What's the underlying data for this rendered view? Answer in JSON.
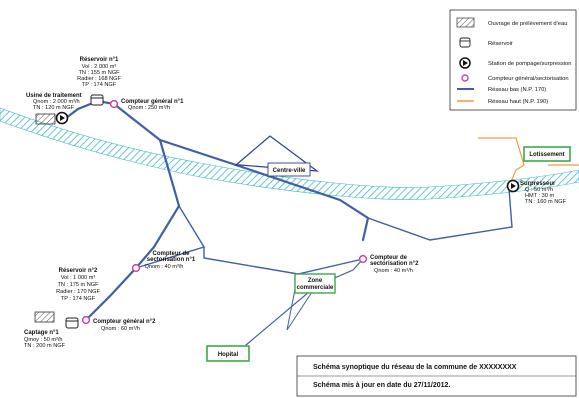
{
  "legend": {
    "ouvrage": "Ouvrage de prélèvement d'eau",
    "reservoir": "Réservoir",
    "station": "Station de pompage/surpression",
    "compteur": "Compteur général/sectorisation",
    "reseau_bas": "Réseau bas (N.P. 170)",
    "reseau_haut": "Réseau haut (N.P. 190)"
  },
  "colors": {
    "network_low": "#3f5fa8",
    "network_high": "#f39a3c",
    "meter": "#c8479c",
    "river": "#3fb8c7",
    "zone_box": "#3da94a",
    "zone_outline": "#2b3f8f"
  },
  "reservoir1": {
    "title": "Réservoir n°1",
    "lines": [
      "Vol : 2 000 m³",
      "TN : 155 m NGF",
      "Radier : 168 NGF",
      "TP : 174 NGF"
    ]
  },
  "usine": {
    "title": "Usine de traitement",
    "lines": [
      "Qnom : 2 000 m³/h",
      "TN : 120 m NGF"
    ]
  },
  "cg1": {
    "title": "Compteur général n°1",
    "line": "Qnom : 250 m³/h"
  },
  "centre": "Centre-ville",
  "lotissement": "Lotissement",
  "surpresseur": {
    "title": "Surpresseur",
    "lines": [
      "Q : 50 m³/h",
      "HMT : 30 m",
      "TN : 160 m NGF"
    ]
  },
  "cs1": {
    "title": "Compteur de",
    "title2": "sectorisation n°1",
    "line": "Qnom : 40 m³/h"
  },
  "cs2": {
    "title": "Compteur de",
    "title2": "sectorisation n°2",
    "line": "Qnom : 40 m³/h"
  },
  "zone": {
    "line1": "Zone",
    "line2": "commerciale"
  },
  "reservoir2": {
    "title": "Réservoir n°2",
    "lines": [
      "Vol : 1 000 m³",
      "TN : 175 m NGF",
      "Radier : 170 NGF",
      "TP : 174 NGF"
    ]
  },
  "captage": {
    "title": "Captage n°1",
    "lines": [
      "Qmoy : 50 m³/h",
      "TN : 200 m NGF"
    ]
  },
  "cg2": {
    "title": "Compteur général n°2",
    "line": "Qnom : 60 m³/h"
  },
  "hopital": "Hopital",
  "footer": {
    "line1": "Schéma synoptique du réseau de la commune de XXXXXXXX",
    "line2": "Schéma mis à jour en date du 27/11/2012."
  }
}
